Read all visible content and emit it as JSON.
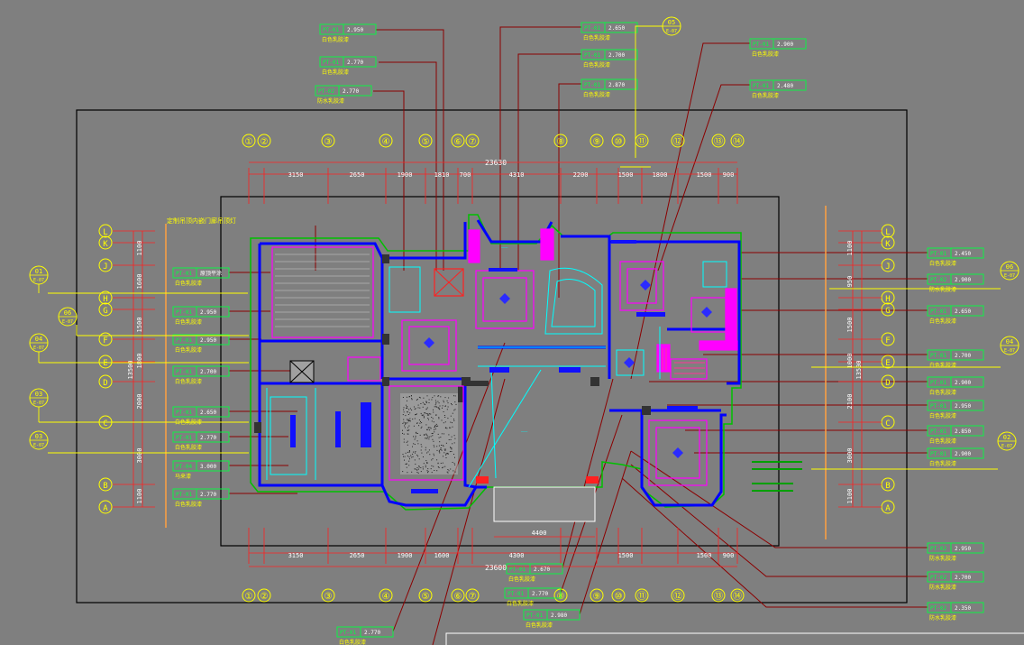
{
  "top_dims": [
    "3150",
    "2650",
    "1900",
    "1810",
    "700",
    "4310",
    "2200",
    "1500",
    "1800",
    "1500",
    "900"
  ],
  "top_total": "23630",
  "bottom_dims": [
    "3150",
    "2650",
    "1900",
    "1600",
    "4300",
    "1500",
    "1500",
    "900"
  ],
  "bottom_total": "23600",
  "bottom_mid_dim": "4400",
  "col_bubbles_top": [
    "①",
    "②",
    "③",
    "④",
    "⑤",
    "⑥",
    "⑦",
    "⑧",
    "⑨",
    "⑩",
    "⑪",
    "⑫",
    "⑬",
    "⑭"
  ],
  "row_bubbles": [
    "L",
    "K",
    "J",
    "H",
    "G",
    "F",
    "E",
    "D",
    "C",
    "B",
    "A"
  ],
  "right_side_dims": [
    "1100",
    "950",
    "1500",
    "1000",
    "2100",
    "3000",
    "1100"
  ],
  "right_side_total": "13500",
  "left_side_dims": [
    "1100",
    "1600",
    "1500",
    "1800",
    "2000",
    "3000",
    "1100"
  ],
  "left_side_total": "13500",
  "top_note": "定制吊顶内嵌门廊吊顶灯",
  "top_tags": [
    {
      "code": "PT-01",
      "value": "2.950",
      "desc": "白色乳胶漆"
    },
    {
      "code": "PT-01",
      "value": "2.770",
      "desc": "白色乳胶漆"
    },
    {
      "code": "PT-02",
      "value": "2.770",
      "desc": "防水乳胶漆"
    },
    {
      "code": "PT-01",
      "value": "2.650",
      "desc": "白色乳胶漆"
    },
    {
      "code": "PT-01",
      "value": "2.700",
      "desc": "白色乳胶漆"
    },
    {
      "code": "PT-01",
      "value": "2.870",
      "desc": "白色乳胶漆"
    },
    {
      "code": "PT-01",
      "value": "2.900",
      "desc": "白色乳胶漆"
    },
    {
      "code": "PT-01",
      "value": "2.480",
      "desc": "白色乳胶漆"
    }
  ],
  "left_tags": [
    {
      "code": "PT-01",
      "value": "原顶平涂",
      "desc": "白色乳胶漆"
    },
    {
      "code": "PT-01",
      "value": "2.950",
      "desc": "白色乳胶漆"
    },
    {
      "code": "PT-01",
      "value": "2.950",
      "desc": "白色乳胶漆"
    },
    {
      "code": "PT-01",
      "value": "2.700",
      "desc": "白色乳胶漆"
    },
    {
      "code": "PT-01",
      "value": "2.650",
      "desc": "白色乳胶漆"
    },
    {
      "code": "PT-01",
      "value": "2.770",
      "desc": "白色乳胶漆"
    },
    {
      "code": "PT-04",
      "value": "3.000",
      "desc": "马来漆"
    },
    {
      "code": "PT-01",
      "value": "2.770",
      "desc": "白色乳胶漆"
    }
  ],
  "right_tags": [
    {
      "code": "PT-01",
      "value": "2.450",
      "desc": "白色乳胶漆"
    },
    {
      "code": "PT-02",
      "value": "2.900",
      "desc": "防水乳胶漆"
    },
    {
      "code": "PT-01",
      "value": "2.650",
      "desc": "白色乳胶漆"
    },
    {
      "code": "PT-01",
      "value": "2.700",
      "desc": "白色乳胶漆"
    },
    {
      "code": "PT-01",
      "value": "2.900",
      "desc": "白色乳胶漆"
    },
    {
      "code": "PT-01",
      "value": "2.950",
      "desc": "白色乳胶漆"
    },
    {
      "code": "PT-01",
      "value": "2.850",
      "desc": "白色乳胶漆"
    },
    {
      "code": "PT-01",
      "value": "2.900",
      "desc": "白色乳胶漆"
    }
  ],
  "bottom_right_tags": [
    {
      "code": "PT-02",
      "value": "2.950",
      "desc": "防水乳胶漆"
    },
    {
      "code": "PT-02",
      "value": "2.700",
      "desc": "防水乳胶漆"
    },
    {
      "code": "PT-02",
      "value": "2.350",
      "desc": "防水乳胶漆"
    }
  ],
  "bottom_tags": [
    {
      "code": "PT-01",
      "value": "2.670",
      "desc": "白色乳胶漆"
    },
    {
      "code": "PT-01",
      "value": "2.770",
      "desc": "白色乳胶漆"
    },
    {
      "code": "PT-01",
      "value": "2.980",
      "desc": "白色乳胶漆"
    },
    {
      "code": "PT-01",
      "value": "2.770",
      "desc": "白色乳胶漆"
    }
  ],
  "section_marks": [
    {
      "num": "05",
      "sheet": "E-07"
    },
    {
      "num": "01",
      "sheet": "E-07"
    },
    {
      "num": "06",
      "sheet": "E-07"
    },
    {
      "num": "04",
      "sheet": "E-07"
    },
    {
      "num": "03",
      "sheet": "E-07"
    },
    {
      "num": "03",
      "sheet": "E-07"
    },
    {
      "num": "06",
      "sheet": "E-07"
    },
    {
      "num": "04",
      "sheet": "E-07"
    },
    {
      "num": "02",
      "sheet": "E-07"
    }
  ],
  "colors": {
    "background": "#7f7f7f",
    "frame": "#000000",
    "wall": "#0000ff",
    "dim": "#ff2020",
    "grid": "#ffff00",
    "magenta": "#ff00ff",
    "cyan": "#00ffff",
    "tag": "#00ff40",
    "leader": "#8b0000",
    "white": "#ffffff"
  }
}
